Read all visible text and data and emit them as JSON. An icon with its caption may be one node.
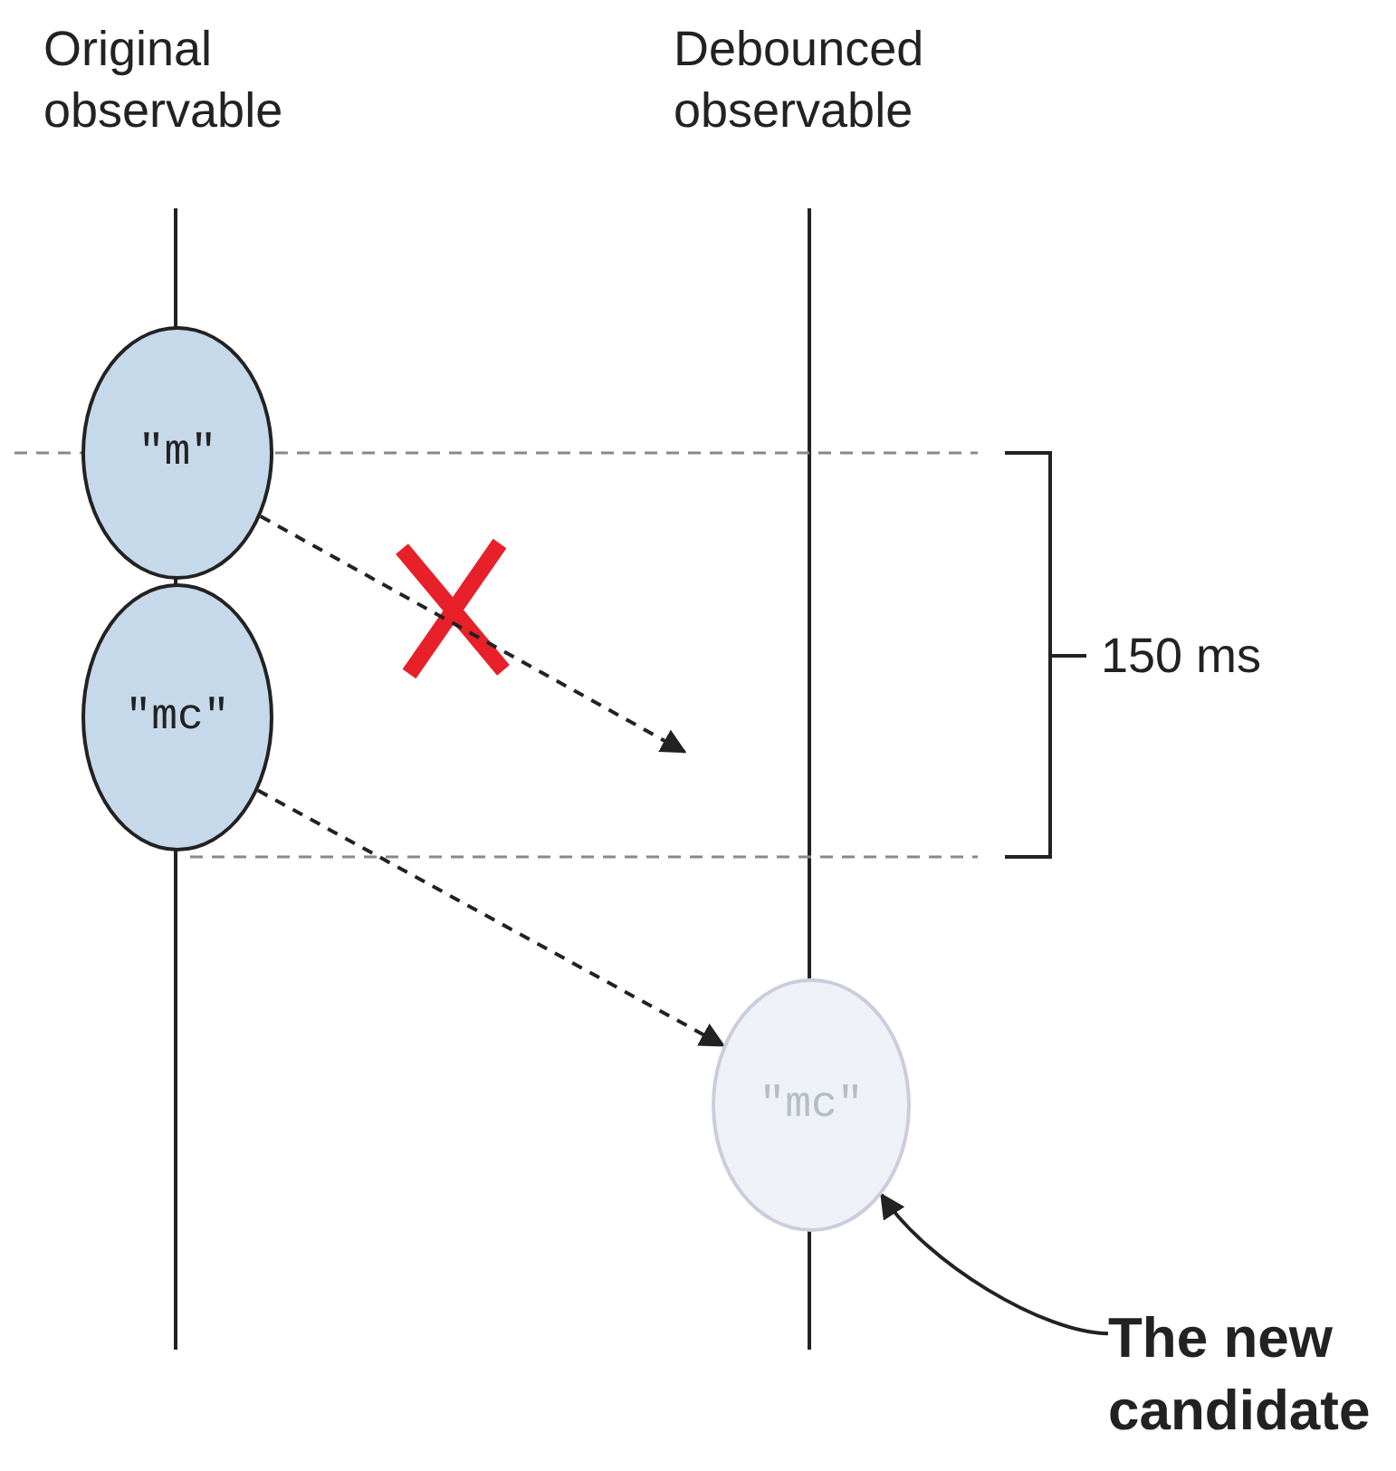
{
  "diagram": {
    "nodes": [
      {
        "text": [
          "\"m\""
        ]
      },
      {
        "text": [
          "\"mc\""
        ]
      },
      {
        "text": [
          "\"mc\""
        ]
      },
      {
        "text": [
          "The new candidate"
        ]
      }
    ],
    "edges": [
      {
        "from": 0,
        "to": null,
        "arrow": "to",
        "style": "dashed"
      },
      {
        "from": 1,
        "to": 2,
        "arrow": "to",
        "style": "dashed"
      },
      {
        "from": 3,
        "to": 2,
        "arrow": "to"
      }
    ],
    "labels": [
      "Original observable",
      "Debounced observable",
      "150 ms"
    ]
  }
}
